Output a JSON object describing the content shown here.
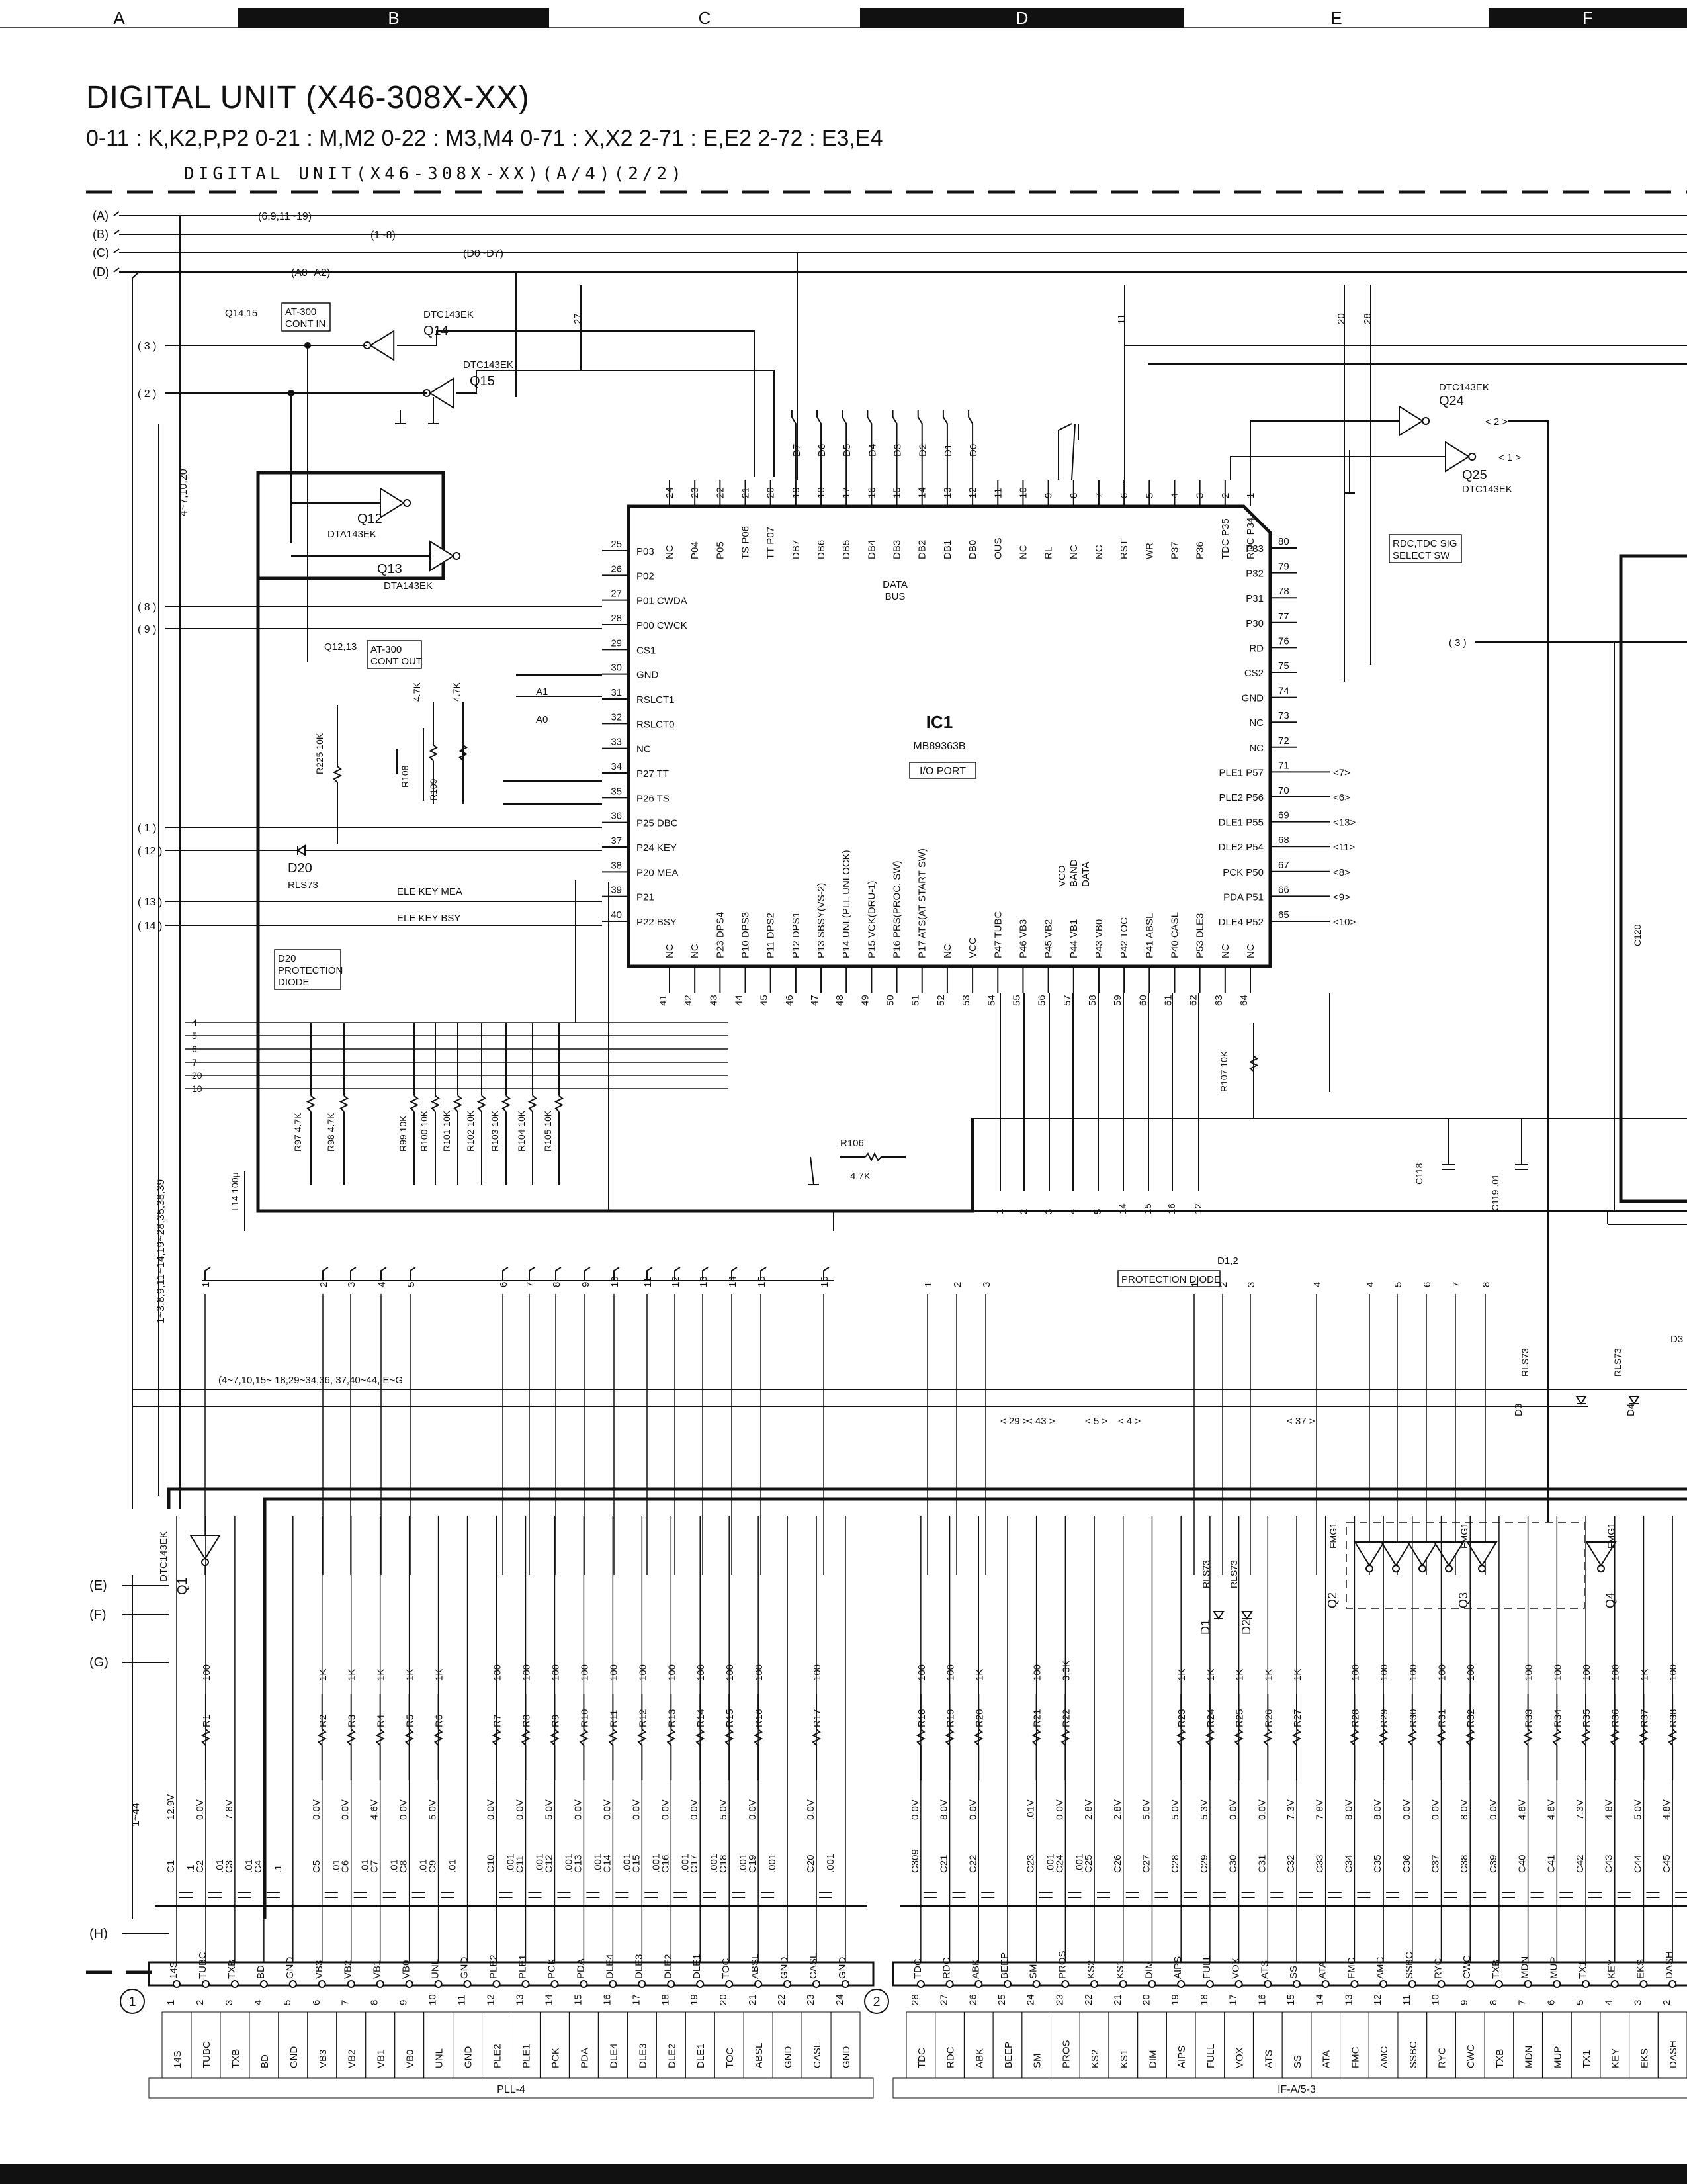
{
  "header": {
    "title": "DIGITAL UNIT (X46-308X-XX)",
    "subtitle": "0-11 : K,K2,P,P2   0-21 : M,M2   0-22 : M3,M4   0-71 : X,X2   2-71 : E,E2   2-72 : E3,E4",
    "block_title": "DIGITAL  UNIT(X46-308X-XX)(A/4)(2/2)"
  },
  "zones": [
    "A",
    "B",
    "C",
    "D",
    "E",
    "F"
  ],
  "buses": [
    {
      "id": "(A)",
      "label": "6,9,11~19"
    },
    {
      "id": "(B)",
      "label": "1~8"
    },
    {
      "id": "(C)",
      "label": "D0~D7"
    },
    {
      "id": "(D)",
      "label": "A0~A2"
    }
  ],
  "bottom_buses": [
    "(E)",
    "(F)",
    "(G)",
    "(H)"
  ],
  "ic1": {
    "ref": "IC1",
    "part": "MB89363B",
    "func": "I/O PORT",
    "data_bus": "DATA BUS",
    "top_pins": [
      {
        "n": "24",
        "s": "NC"
      },
      {
        "n": "23",
        "s": "P04"
      },
      {
        "n": "22",
        "s": "P05"
      },
      {
        "n": "21",
        "s": "TS P06"
      },
      {
        "n": "20",
        "s": "TT P07"
      },
      {
        "n": "19",
        "s": "DB7"
      },
      {
        "n": "18",
        "s": "DB6"
      },
      {
        "n": "17",
        "s": "DB5"
      },
      {
        "n": "16",
        "s": "DB4"
      },
      {
        "n": "15",
        "s": "DB3"
      },
      {
        "n": "14",
        "s": "DB2"
      },
      {
        "n": "13",
        "s": "DB1"
      },
      {
        "n": "12",
        "s": "DB0"
      },
      {
        "n": "11",
        "s": "OUS"
      },
      {
        "n": "10",
        "s": "NC"
      },
      {
        "n": "9",
        "s": "RL"
      },
      {
        "n": "8",
        "s": "NC"
      },
      {
        "n": "7",
        "s": "NC"
      },
      {
        "n": "6",
        "s": "RST"
      },
      {
        "n": "5",
        "s": "WR"
      },
      {
        "n": "4",
        "s": "P37"
      },
      {
        "n": "3",
        "s": "P36"
      },
      {
        "n": "2",
        "s": "TDC P35"
      },
      {
        "n": "1",
        "s": "RDC P34"
      }
    ],
    "db_labels": [
      "D7",
      "D6",
      "D5",
      "D4",
      "D3",
      "D2",
      "D1",
      "D0"
    ],
    "left_pins": [
      {
        "n": "25",
        "s": "P03"
      },
      {
        "n": "26",
        "s": "P02"
      },
      {
        "n": "27",
        "s": "P01 CWDA"
      },
      {
        "n": "28",
        "s": "P00 CWCK"
      },
      {
        "n": "29",
        "s": "CS1"
      },
      {
        "n": "30",
        "s": "GND"
      },
      {
        "n": "31",
        "s": "RSLCT1"
      },
      {
        "n": "32",
        "s": "RSLCT0"
      },
      {
        "n": "33",
        "s": "NC"
      },
      {
        "n": "34",
        "s": "P27 TT"
      },
      {
        "n": "35",
        "s": "P26 TS"
      },
      {
        "n": "36",
        "s": "P25 DBC"
      },
      {
        "n": "37",
        "s": "P24 KEY"
      },
      {
        "n": "38",
        "s": "P20 MEA"
      },
      {
        "n": "39",
        "s": "P21"
      },
      {
        "n": "40",
        "s": "P22 BSY"
      }
    ],
    "right_pins": [
      {
        "n": "80",
        "s": "P33"
      },
      {
        "n": "79",
        "s": "P32"
      },
      {
        "n": "78",
        "s": "P31"
      },
      {
        "n": "77",
        "s": "P30"
      },
      {
        "n": "76",
        "s": "RD"
      },
      {
        "n": "75",
        "s": "CS2"
      },
      {
        "n": "74",
        "s": "GND"
      },
      {
        "n": "73",
        "s": "NC"
      },
      {
        "n": "72",
        "s": "NC"
      },
      {
        "n": "71",
        "s": "PLE1 P57"
      },
      {
        "n": "70",
        "s": "PLE2 P56"
      },
      {
        "n": "69",
        "s": "DLE1 P55"
      },
      {
        "n": "68",
        "s": "DLE2 P54"
      },
      {
        "n": "67",
        "s": "PCK P50"
      },
      {
        "n": "66",
        "s": "PDA P51"
      },
      {
        "n": "65",
        "s": "DLE4 P52"
      }
    ],
    "bottom_pins": [
      {
        "n": "41",
        "s": "NC"
      },
      {
        "n": "42",
        "s": "NC"
      },
      {
        "n": "43",
        "s": "P23 DPS4"
      },
      {
        "n": "44",
        "s": "P10 DPS3"
      },
      {
        "n": "45",
        "s": "P11 DPS2"
      },
      {
        "n": "46",
        "s": "P12 DPS1"
      },
      {
        "n": "47",
        "s": "P13 SBSY(VS-2)"
      },
      {
        "n": "48",
        "s": "P14 UNL(PLL UNLOCK)"
      },
      {
        "n": "49",
        "s": "P15 VCK(DRU-1)"
      },
      {
        "n": "50",
        "s": "P16 PRS(PROC. SW)"
      },
      {
        "n": "51",
        "s": "P17 ATS(AT START SW)"
      },
      {
        "n": "52",
        "s": "NC"
      },
      {
        "n": "53",
        "s": "VCC"
      },
      {
        "n": "54",
        "s": "P47 TUBC"
      },
      {
        "n": "55",
        "s": "P46 VB3"
      },
      {
        "n": "56",
        "s": "P45 VB2"
      },
      {
        "n": "57",
        "s": "P44 VB1"
      },
      {
        "n": "58",
        "s": "P43 VB0"
      },
      {
        "n": "59",
        "s": "P42 TOC"
      },
      {
        "n": "60",
        "s": "P41 ABSL"
      },
      {
        "n": "61",
        "s": "P40 CASL"
      },
      {
        "n": "62",
        "s": "P53 DLE3"
      },
      {
        "n": "63",
        "s": "NC"
      },
      {
        "n": "64",
        "s": "NC"
      }
    ],
    "vco_label": "VCO BAND DATA",
    "right_outs": [
      "7",
      "6",
      "13",
      "11",
      "8",
      "9",
      "10"
    ]
  },
  "transistors": {
    "q14": {
      "ref": "Q14",
      "part": "DTC143EK"
    },
    "q15": {
      "ref": "Q15",
      "part": "DTC143EK"
    },
    "q12": {
      "ref": "Q12",
      "part": "DTA143EK"
    },
    "q13": {
      "ref": "Q13",
      "part": "DTA143EK"
    },
    "q24": {
      "ref": "Q24",
      "part": "DTC143EK"
    },
    "q25": {
      "ref": "Q25",
      "part": "DTC143EK"
    },
    "q1": {
      "ref": "Q1",
      "part": "DTC143EK"
    },
    "q2": "Q2",
    "q3": "Q3",
    "q4": "Q4",
    "fmg1": "FMG1"
  },
  "boxes": {
    "q1415": "Q14,15",
    "at300_in": "AT-300 CONT IN",
    "q1213": "Q12,13",
    "at300_out": "AT-300 CONT OUT",
    "rdc": "RDC,TDC SIG SELECT SW",
    "d20_box": "D20 PROTECTION DIODE",
    "d12_label": "D1,2",
    "d12_box": "PROTECTION DIODE",
    "d3": "D3"
  },
  "parts": {
    "r225": "R225 10K",
    "r108": "R108",
    "r109": "R109",
    "k47a": "4.7K",
    "k47b": "4.7K",
    "d20": "D20",
    "rls73": "RLS73",
    "a1": "A1",
    "a0": "A0",
    "ele_mea": "ELE KEY MEA",
    "ele_bsy": "ELE KEY BSY",
    "r106": "R106",
    "r106v": "4.7K",
    "r107": "R107 10K",
    "l14": "L14 100μ",
    "c118": "C118",
    "c119": "C119 .01",
    "c120": "C120",
    "d1": "D1",
    "d2": "D2",
    "d3r": "D3",
    "d4": "D4",
    "r97": "R97 4.7K",
    "r98": "R98 4.7K"
  },
  "left_rails": [
    "4~7,10,20",
    "1~3,8,9,11~14,19~28,35,38,39",
    "1~44"
  ],
  "left_inputs": [
    "3",
    "2",
    "8",
    "9",
    "1",
    "12",
    "13",
    "14"
  ],
  "left_bundle": [
    "4",
    "5",
    "6",
    "7",
    "20",
    "10"
  ],
  "lower_bundle_note": "(4~7,10,15~ 18,29~34,36, 37,40~44, E~G",
  "bottom_res": [
    "R99 10K",
    "R100 10K",
    "R101 10K",
    "R102 10K",
    "R103 10K",
    "R104 10K",
    "R105 10K"
  ],
  "top_mid_labels": [
    "27",
    "11",
    "20",
    "28",
    "2",
    "1"
  ],
  "lower_labels": [
    "29",
    "43",
    "5",
    "4",
    "37"
  ],
  "ic1_bottom_out": [
    "1",
    "2",
    "3",
    "4",
    "5",
    "14",
    "15",
    "16",
    "12"
  ],
  "wire_top_left": [
    "1",
    "2",
    "3",
    "4",
    "5",
    "6",
    "7",
    "8",
    "9",
    "10",
    "11",
    "12",
    "13",
    "14",
    "15",
    "16"
  ],
  "wire_top_right": [
    "1",
    "2",
    "3",
    "1",
    "2",
    "3",
    "4",
    "4",
    "5",
    "6",
    "7",
    "8"
  ],
  "conn1": {
    "num": "1",
    "name": "PLL-4",
    "pins": [
      {
        "n": "1",
        "s": "14S",
        "r": "",
        "rv": "",
        "v": "12.9V",
        "c": "C1",
        "cv": ".1"
      },
      {
        "n": "2",
        "s": "TUBC",
        "r": "R1",
        "rv": "100",
        "v": "0.0V",
        "c": "C2",
        "cv": ".01"
      },
      {
        "n": "3",
        "s": "TXB",
        "r": "",
        "rv": "",
        "v": "7.8V",
        "c": "C3",
        "cv": ".01"
      },
      {
        "n": "4",
        "s": "BD",
        "r": "",
        "rv": "",
        "v": "",
        "c": "C4",
        "cv": ".1"
      },
      {
        "n": "5",
        "s": "GND",
        "r": "",
        "rv": "",
        "v": "",
        "c": "",
        "cv": ""
      },
      {
        "n": "6",
        "s": "VB3",
        "r": "R2",
        "rv": "1K",
        "v": "0.0V",
        "c": "C5",
        "cv": ".01"
      },
      {
        "n": "7",
        "s": "VB2",
        "r": "R3",
        "rv": "1K",
        "v": "0.0V",
        "c": "C6",
        "cv": ".01"
      },
      {
        "n": "8",
        "s": "VB1",
        "r": "R4",
        "rv": "1K",
        "v": "4.6V",
        "c": "C7",
        "cv": ".01"
      },
      {
        "n": "9",
        "s": "VB0",
        "r": "R5",
        "rv": "1K",
        "v": "0.0V",
        "c": "C8",
        "cv": ".01"
      },
      {
        "n": "10",
        "s": "UNL",
        "r": "R6",
        "rv": "1K",
        "v": "5.0V",
        "c": "C9",
        "cv": ".01"
      },
      {
        "n": "11",
        "s": "GND",
        "r": "",
        "rv": "",
        "v": "",
        "c": "",
        "cv": ""
      },
      {
        "n": "12",
        "s": "PLE2",
        "r": "R7",
        "rv": "100",
        "v": "0.0V",
        "c": "C10",
        "cv": ".001"
      },
      {
        "n": "13",
        "s": "PLE1",
        "r": "R8",
        "rv": "100",
        "v": "0.0V",
        "c": "C11",
        "cv": ".001"
      },
      {
        "n": "14",
        "s": "PCK",
        "r": "R9",
        "rv": "100",
        "v": "5.0V",
        "c": "C12",
        "cv": ".001"
      },
      {
        "n": "15",
        "s": "PDA",
        "r": "R10",
        "rv": "100",
        "v": "0.0V",
        "c": "C13",
        "cv": ".001"
      },
      {
        "n": "16",
        "s": "DLE4",
        "r": "R11",
        "rv": "100",
        "v": "0.0V",
        "c": "C14",
        "cv": ".001"
      },
      {
        "n": "17",
        "s": "DLE3",
        "r": "R12",
        "rv": "100",
        "v": "0.0V",
        "c": "C15",
        "cv": ".001"
      },
      {
        "n": "18",
        "s": "DLE2",
        "r": "R13",
        "rv": "100",
        "v": "0.0V",
        "c": "C16",
        "cv": ".001"
      },
      {
        "n": "19",
        "s": "DLE1",
        "r": "R14",
        "rv": "100",
        "v": "0.0V",
        "c": "C17",
        "cv": ".001"
      },
      {
        "n": "20",
        "s": "TOC",
        "r": "R15",
        "rv": "100",
        "v": "5.0V",
        "c": "C18",
        "cv": ".001"
      },
      {
        "n": "21",
        "s": "ABSL",
        "r": "R16",
        "rv": "100",
        "v": "0.0V",
        "c": "C19",
        "cv": ".001"
      },
      {
        "n": "22",
        "s": "GND",
        "r": "",
        "rv": "",
        "v": "",
        "c": "",
        "cv": ""
      },
      {
        "n": "23",
        "s": "CASL",
        "r": "R17",
        "rv": "100",
        "v": "0.0V",
        "c": "C20",
        "cv": ".001"
      },
      {
        "n": "24",
        "s": "GND",
        "r": "",
        "rv": "",
        "v": "",
        "c": "",
        "cv": ""
      }
    ]
  },
  "conn2": {
    "num": "2",
    "name": "IF-A/5-3",
    "pins": [
      {
        "n": "28",
        "s": "TDC",
        "r": "R18",
        "rv": "100",
        "v": "0.0V",
        "c": "C309",
        "cv": ""
      },
      {
        "n": "27",
        "s": "RDC",
        "r": "R19",
        "rv": "100",
        "v": "8.0V",
        "c": "C21",
        "cv": ""
      },
      {
        "n": "26",
        "s": "ABK",
        "r": "R20",
        "rv": "1K",
        "v": "0.0V",
        "c": "C22",
        "cv": ""
      },
      {
        "n": "25",
        "s": "BEEP",
        "r": "",
        "rv": "",
        "v": "",
        "c": "",
        "cv": ""
      },
      {
        "n": "24",
        "s": "SM",
        "r": "R21",
        "rv": "100",
        "v": ".01V",
        "c": "C23",
        "cv": ".001"
      },
      {
        "n": "23",
        "s": "PROS",
        "r": "R22",
        "rv": "3.3K",
        "v": "0.0V",
        "c": "C24",
        "cv": ".001"
      },
      {
        "n": "22",
        "s": "KS2",
        "r": "",
        "rv": "",
        "v": "2.8V",
        "c": "C25",
        "cv": ""
      },
      {
        "n": "21",
        "s": "KS1",
        "r": "",
        "rv": "",
        "v": "2.8V",
        "c": "C26",
        "cv": ""
      },
      {
        "n": "20",
        "s": "DIM",
        "r": "",
        "rv": "",
        "v": "5.0V",
        "c": "C27",
        "cv": ""
      },
      {
        "n": "19",
        "s": "AIPS",
        "r": "R23",
        "rv": "1K",
        "v": "5.0V",
        "c": "C28",
        "cv": ""
      },
      {
        "n": "18",
        "s": "FULL",
        "r": "R24",
        "rv": "1K",
        "v": "5.3V",
        "c": "C29",
        "cv": ""
      },
      {
        "n": "17",
        "s": "VOX",
        "r": "R25",
        "rv": "1K",
        "v": "0.0V",
        "c": "C30",
        "cv": ""
      },
      {
        "n": "16",
        "s": "ATS",
        "r": "R26",
        "rv": "1K",
        "v": "0.0V",
        "c": "C31",
        "cv": ""
      },
      {
        "n": "15",
        "s": "SS",
        "r": "R27",
        "rv": "1K",
        "v": "7.3V",
        "c": "C32",
        "cv": ""
      },
      {
        "n": "14",
        "s": "ATA",
        "r": "",
        "rv": "",
        "v": "7.8V",
        "c": "C33",
        "cv": ""
      },
      {
        "n": "13",
        "s": "FMC",
        "r": "R28",
        "rv": "100",
        "v": "8.0V",
        "c": "C34",
        "cv": ""
      },
      {
        "n": "12",
        "s": "AMC",
        "r": "R29",
        "rv": "100",
        "v": "8.0V",
        "c": "C35",
        "cv": ""
      },
      {
        "n": "11",
        "s": "SSBC",
        "r": "R30",
        "rv": "100",
        "v": "0.0V",
        "c": "C36",
        "cv": ""
      },
      {
        "n": "10",
        "s": "RYC",
        "r": "R31",
        "rv": "100",
        "v": "0.0V",
        "c": "C37",
        "cv": ""
      },
      {
        "n": "9",
        "s": "CWC",
        "r": "R32",
        "rv": "100",
        "v": "8.0V",
        "c": "C38",
        "cv": ""
      },
      {
        "n": "8",
        "s": "TXB",
        "r": "",
        "rv": "",
        "v": "0.0V",
        "c": "C39",
        "cv": ""
      },
      {
        "n": "7",
        "s": "MDN",
        "r": "R33",
        "rv": "100",
        "v": "4.8V",
        "c": "C40",
        "cv": ""
      },
      {
        "n": "6",
        "s": "MUP",
        "r": "R34",
        "rv": "100",
        "v": "4.8V",
        "c": "C41",
        "cv": ""
      },
      {
        "n": "5",
        "s": "TX1",
        "r": "R35",
        "rv": "100",
        "v": "7.3V",
        "c": "C42",
        "cv": ""
      },
      {
        "n": "4",
        "s": "KEY",
        "r": "R36",
        "rv": "100",
        "v": "4.8V",
        "c": "C43",
        "cv": ""
      },
      {
        "n": "3",
        "s": "EKS",
        "r": "R37",
        "rv": "1K",
        "v": "5.0V",
        "c": "C44",
        "cv": ""
      },
      {
        "n": "2",
        "s": "DASH",
        "r": "R38",
        "rv": "100",
        "v": "4.8V",
        "c": "C45",
        "cv": ""
      }
    ]
  }
}
